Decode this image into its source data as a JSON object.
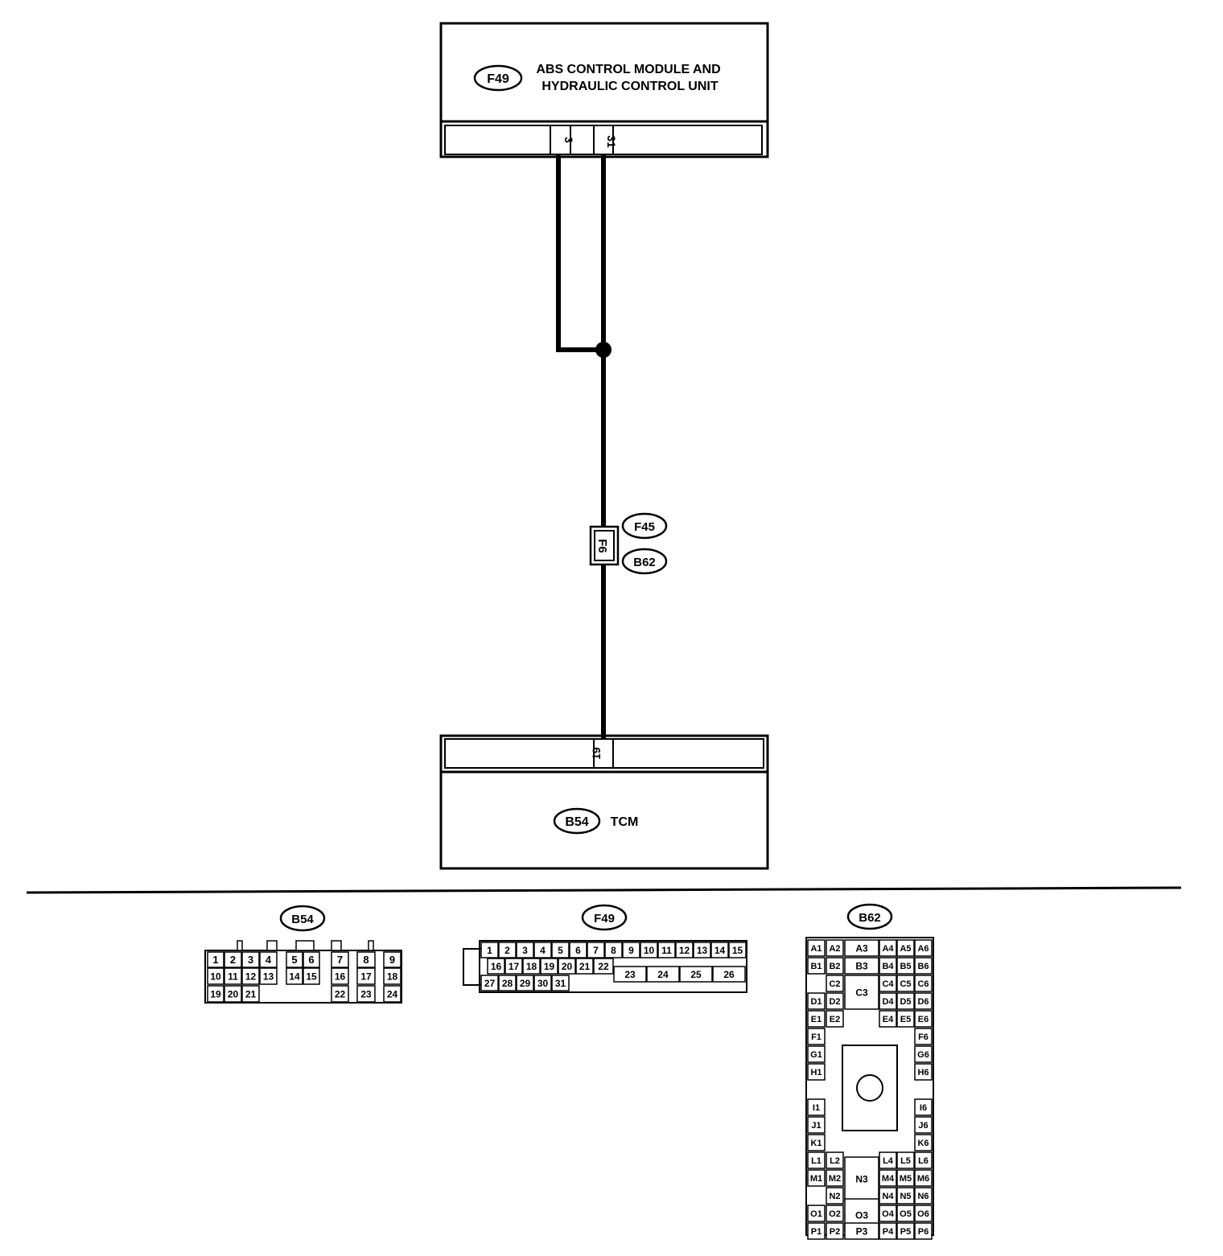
{
  "abs_module": {
    "code": "F49",
    "title_line1": "ABS CONTROL MODULE AND",
    "title_line2": "HYDRAULIC CONTROL UNIT",
    "pin_a": "3",
    "pin_b": "31"
  },
  "harness_connector": {
    "pin": "F6",
    "code_upper": "F45",
    "code_lower": "B62"
  },
  "tcm": {
    "code": "B54",
    "title": "TCM",
    "pin": "19"
  },
  "connector_b54": {
    "code": "B54",
    "row1": [
      "1",
      "2",
      "3",
      "4",
      "5",
      "6",
      "7",
      "8",
      "9"
    ],
    "row2": [
      "10",
      "11",
      "12",
      "13",
      "14",
      "15",
      "16",
      "17",
      "18"
    ],
    "row3": [
      "19",
      "20",
      "21",
      "22",
      "23",
      "24"
    ]
  },
  "connector_f49": {
    "code": "F49",
    "row1": [
      "1",
      "2",
      "3",
      "4",
      "5",
      "6",
      "7",
      "8",
      "9",
      "10",
      "11",
      "12",
      "13",
      "14",
      "15"
    ],
    "row2": [
      "16",
      "17",
      "18",
      "19",
      "20",
      "21",
      "22",
      "23",
      "24",
      "25",
      "26"
    ],
    "row3": [
      "27",
      "28",
      "29",
      "30",
      "31"
    ]
  },
  "connector_b62": {
    "code": "B62",
    "left_col1": [
      "A1",
      "B1",
      "D1",
      "E1",
      "F1",
      "G1",
      "H1",
      "I1",
      "J1",
      "K1",
      "L1",
      "M1",
      "O1",
      "P1"
    ],
    "left_col2": [
      "A2",
      "B2",
      "C2",
      "D2",
      "E2",
      "L2",
      "M2",
      "N2",
      "O2",
      "P2"
    ],
    "center": [
      "A3",
      "B3",
      "C3",
      "N3",
      "O3",
      "P3"
    ],
    "right_col4": [
      "A4",
      "B4",
      "C4",
      "D4",
      "E4",
      "L4",
      "M4",
      "N4",
      "O4",
      "P4"
    ],
    "right_col5": [
      "A5",
      "B5",
      "C5",
      "D5",
      "E5",
      "L5",
      "M5",
      "N5",
      "O5",
      "P5"
    ],
    "right_col6": [
      "A6",
      "B6",
      "C6",
      "D6",
      "E6",
      "F6",
      "G6",
      "H6",
      "I6",
      "J6",
      "K6",
      "L6",
      "M6",
      "N6",
      "O6",
      "P6"
    ]
  }
}
